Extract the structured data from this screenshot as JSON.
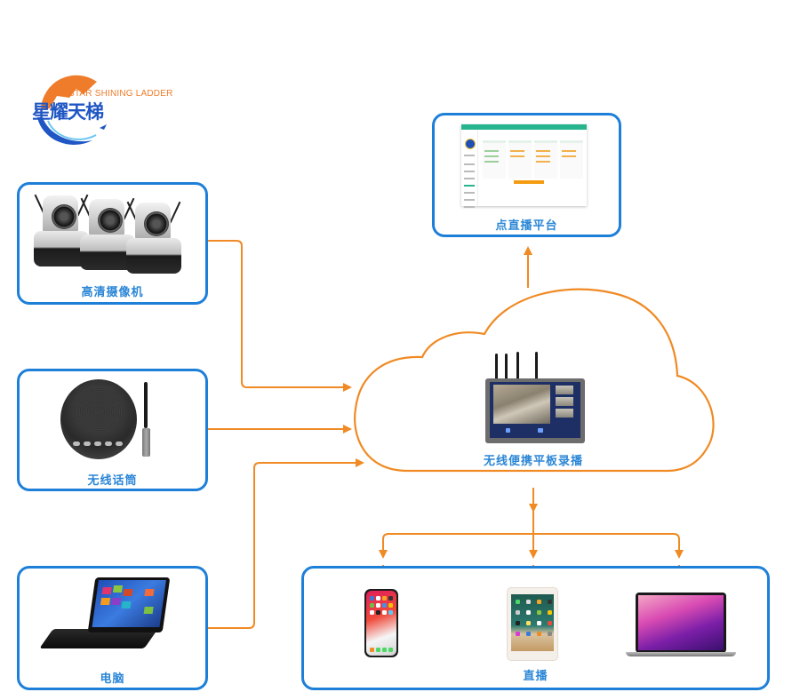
{
  "logo": {
    "english": "STAR SHINING LADDER",
    "chinese": "星耀天梯"
  },
  "colors": {
    "box_border": "#1e7fd8",
    "label_text": "#2a86d6",
    "connector": "#f08a24",
    "logo_orange": "#ee7c2b",
    "logo_blue": "#1f56c4"
  },
  "nodes": {
    "camera": {
      "label": "高清摄像机",
      "icon": "ptz-camera-icon"
    },
    "microphone": {
      "label": "无线话筒",
      "icon": "wireless-speakerphone-icon"
    },
    "computer": {
      "label": "电脑",
      "icon": "laptop-icon"
    },
    "recorder": {
      "label": "无线便携平板录播",
      "icon": "tablet-recorder-icon"
    },
    "platform": {
      "label": "点直播平台",
      "icon": "web-platform-screenshot"
    },
    "live": {
      "label": "直播",
      "devices": [
        "smartphone-icon",
        "tablet-icon",
        "macbook-icon"
      ]
    }
  },
  "edges": [
    {
      "from": "camera",
      "to": "recorder"
    },
    {
      "from": "microphone",
      "to": "recorder"
    },
    {
      "from": "computer",
      "to": "recorder"
    },
    {
      "from": "recorder",
      "to": "platform"
    },
    {
      "from": "recorder",
      "to": "live"
    }
  ]
}
